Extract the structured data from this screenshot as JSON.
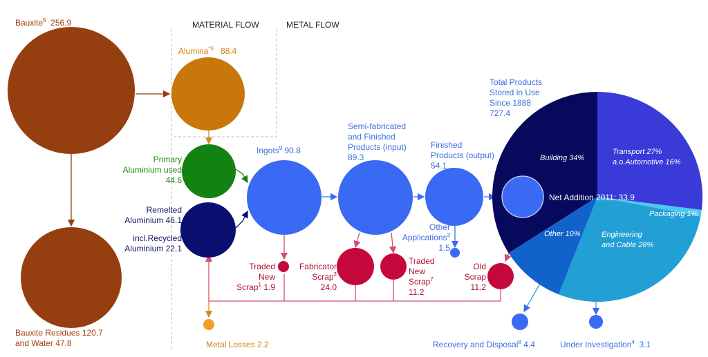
{
  "headers": {
    "material": "MATERIAL FLOW",
    "metal": "METAL FLOW"
  },
  "colors": {
    "bauxite": "#953e0f",
    "alumina": "#c8780a",
    "primary": "#128212",
    "remelted": "#0a0e6e",
    "metal_blue": "#3a6af4",
    "scrap_red": "#c4083c",
    "losses": "#f0a020",
    "pie_navy": "#07095c",
    "pie_violet": "#3a3ad8",
    "pie_cyan": "#22a0d6",
    "pie_mid": "#1262cc",
    "pie_light": "#4cc8f0"
  },
  "nodes": {
    "bauxite": {
      "name": "Bauxite",
      "sup": "5",
      "value": "256.9"
    },
    "alumina": {
      "name": "Alumina",
      "sup": "*6",
      "value": "88.4"
    },
    "residues": {
      "line1": "Bauxite Residues 120.7",
      "line2": "and Water 47.8"
    },
    "primary": {
      "line1": "Primary",
      "line2": "Aluminium used",
      "line3": "44.6"
    },
    "remelted": {
      "line1": "Remelted",
      "line2": "Aluminium 46.1"
    },
    "recycled": {
      "line1": "incl.Recycled",
      "line2": "Aluminium 22.1"
    },
    "ingots": {
      "name": "Ingots",
      "sup": "9",
      "value": "90.8"
    },
    "semi": {
      "line1": "Semi-fabricated",
      "line2": "and Finished",
      "line3": "Products (input)",
      "line4": "89.3"
    },
    "finished": {
      "line1": "Finished",
      "line2": "Products (output)",
      "line3": "54.1"
    },
    "other_app": {
      "line1": "Other",
      "line2": "Applications",
      "sup": "3",
      "line3": "1.5"
    },
    "stored": {
      "line1": "Total Products",
      "line2": "Stored in Use",
      "line3": "Since 1888",
      "line4": "727.4"
    },
    "net_addition": "Net Addition 2011: 33.9",
    "traded_new_1": {
      "line1": "Traded",
      "line2": "New",
      "line3a": "Scrap",
      "sup": "1",
      "line3b": " 1.9"
    },
    "fabricator": {
      "line1": "Fabricator",
      "line2a": "Scrap",
      "sup": "2",
      "line3": "24.0"
    },
    "traded_new_2": {
      "line1": "Traded",
      "line2": "New",
      "line3a": "Scrap",
      "sup": "7",
      "line4": "11.2"
    },
    "old_scrap": {
      "line1": "Old",
      "line2": "Scrap",
      "line3": "11.2"
    },
    "losses": "Metal Losses 2.2",
    "recovery": {
      "text": "Recovery and Disposal",
      "sup": "8",
      "value": " 4.4"
    },
    "investigation": {
      "text": "Under Investigation",
      "sup": "4",
      "value": " 3.1"
    }
  },
  "pie": {
    "segments": [
      {
        "label": "Building 34%",
        "percent": 34
      },
      {
        "label": "Transport 27%",
        "sub": "a.o.Automotive 16%",
        "percent": 27
      },
      {
        "label": "Packaging 1%",
        "percent": 1
      },
      {
        "label": "Engineering",
        "sub": "and Cable 28%",
        "percent": 28
      },
      {
        "label": "Other 10%",
        "percent": 10
      }
    ]
  }
}
